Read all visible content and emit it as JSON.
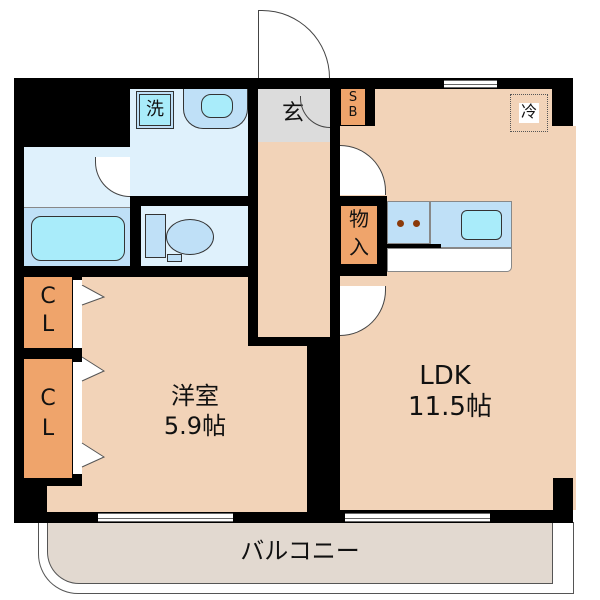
{
  "floorplan": {
    "rooms": {
      "western_room": {
        "name": "洋室",
        "size": "5.9帖"
      },
      "ldk": {
        "name": "LDK",
        "size": "11.5帖"
      },
      "balcony": {
        "name": "バルコニー"
      },
      "entrance": {
        "name": "玄"
      },
      "shoe_box": {
        "line1": "S",
        "line2": "B"
      },
      "storage": {
        "line1": "物",
        "line2": "入"
      },
      "closet_1": {
        "line1": "C",
        "line2": "L"
      },
      "closet_2": {
        "line1": "C",
        "line2": "L"
      },
      "washer": {
        "name": "洗"
      },
      "fridge": {
        "name": "冷"
      }
    },
    "colors": {
      "wall": "#000000",
      "room": "#f2d3b8",
      "wet_area": "#dff1fc",
      "fixture": "#bfe0f7",
      "water": "#a9ecfa",
      "closet": "#efa46b",
      "entrance": "#dcdcdc",
      "balcony": "#e2d9d0"
    }
  }
}
